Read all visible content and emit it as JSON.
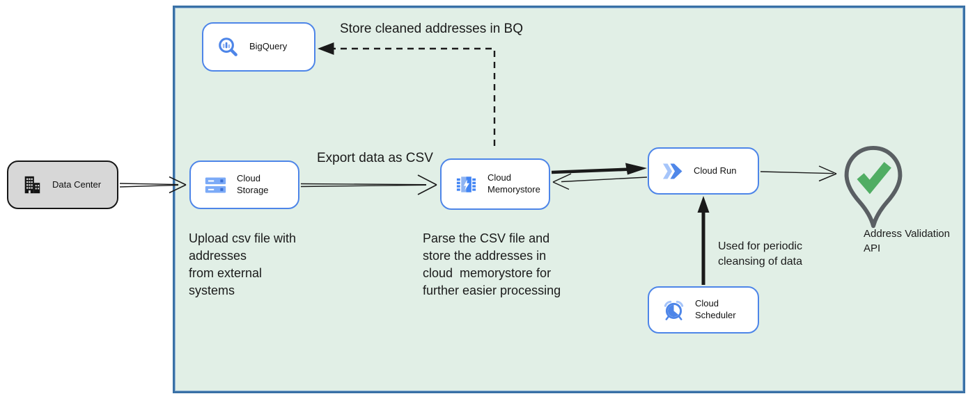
{
  "diagram": {
    "nodes": {
      "data_center": "Data Center",
      "bigquery": "BigQuery",
      "cloud_storage": "Cloud Storage",
      "cloud_memorystore": "Cloud Memorystore",
      "cloud_run": "Cloud Run",
      "cloud_scheduler": "Cloud Scheduler",
      "address_validation_api": "Address Validation API"
    },
    "annotations": {
      "store_bq": "Store cleaned addresses in BQ",
      "export_csv": "Export data as CSV",
      "upload_note": "Upload csv file with\naddresses\nfrom external\nsystems",
      "parse_note": "Parse the CSV file and\nstore the addresses in\ncloud  memorystore for\nfurther easier processing",
      "periodic_note": "Used for periodic\ncleansing of data"
    },
    "icons": [
      "building-icon",
      "bigquery-icon",
      "cloud-storage-icon",
      "memorystore-icon",
      "cloud-run-icon",
      "scheduler-icon",
      "location-pin-check-icon"
    ],
    "colors": {
      "cluster_bg": "#e1efe6",
      "cluster_border": "#3a71a6",
      "node_border_blue": "#4d85e8",
      "data_center_bg": "#d7d7d7",
      "icon_blue": "#4285f4",
      "icon_light_blue": "#8fb4f2",
      "pin_gray": "#5a5f63",
      "check_green": "#50ad63",
      "edge_black": "#1a1a1a"
    }
  }
}
